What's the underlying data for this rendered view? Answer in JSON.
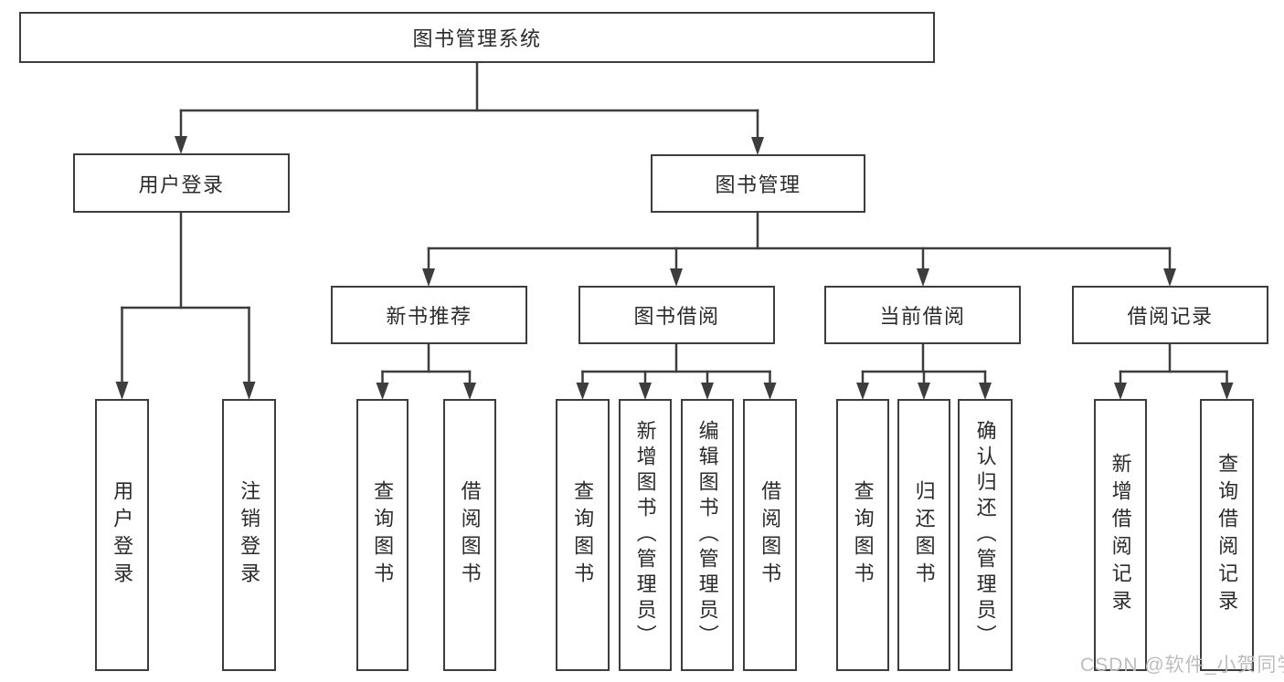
{
  "diagram": {
    "root": "图书管理系统",
    "level2": [
      "用户登录",
      "图书管理"
    ],
    "level3": [
      "新书推荐",
      "图书借阅",
      "当前借阅",
      "借阅记录"
    ],
    "leaves_user_login": [
      "用户登录",
      "注销登录"
    ],
    "leaves_new_book": [
      "查询图书",
      "借阅图书"
    ],
    "leaves_book_borrow": [
      "查询图书",
      "新增图书（管理员）",
      "编辑图书（管理员）",
      "借阅图书"
    ],
    "leaves_current_borrow": [
      "查询图书",
      "归还图书",
      "确认归还（管理员）"
    ],
    "leaves_borrow_record": [
      "新增借阅记录",
      "查询借阅记录"
    ]
  },
  "watermark": "CSDN @软件_小贺同学",
  "colors": {
    "line": "#3d3d3d",
    "text": "#2b2b2b",
    "box_background": "#ffffff",
    "watermark": "#bdbdbd",
    "page_background": "#ffffff"
  }
}
